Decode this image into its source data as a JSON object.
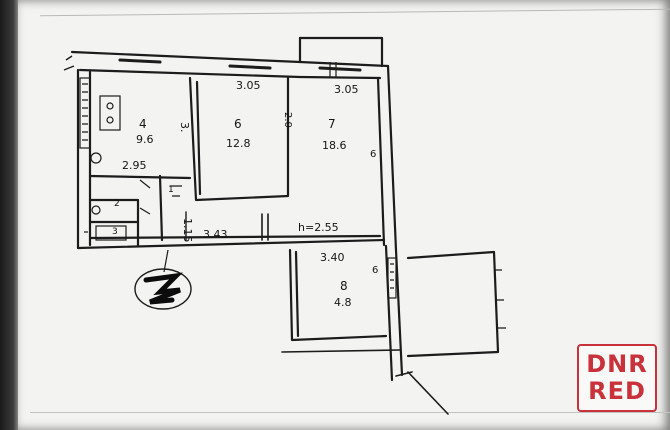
{
  "dimensions": {
    "top_left_width": "3.05",
    "top_right_width": "3.05",
    "kitchen_width": "2.95",
    "corridor_length": "3.43",
    "corridor_width": "1.15",
    "room8_width": "3.40",
    "ceiling_height": "h=2.55",
    "kitchen_side": "3."
  },
  "rooms": [
    {
      "id": "4",
      "area": "9.6"
    },
    {
      "id": "6",
      "area": "12.8"
    },
    {
      "id": "7",
      "area": "18.6"
    },
    {
      "id": "8",
      "area": "4.8"
    }
  ],
  "small_labels": {
    "wc": "2",
    "bath": "3",
    "hall": "1"
  },
  "side_marks": {
    "room6_right": "2.0",
    "room7_right": "6",
    "room8_right": "6"
  },
  "watermark": {
    "line1": "DNR",
    "line2": "RED",
    "color": "#c9323a"
  }
}
